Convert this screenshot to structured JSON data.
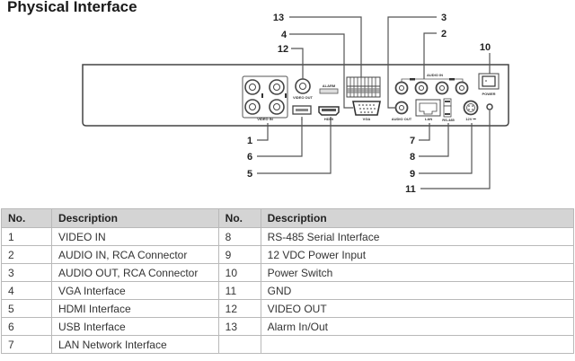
{
  "title": "Physical Interface",
  "panel_labels": {
    "video_in": "VIDEO IN",
    "video_out": "VIDEO OUT",
    "alarm": "ALARM",
    "hdmi": "HDMI",
    "vga": "VGA",
    "audio_in": "AUDIO IN",
    "audio_out": "AUDIO OUT",
    "lan": "LAN",
    "rs485": "RS-485",
    "dc": "12V ⎓",
    "power": "POWER"
  },
  "callouts": [
    "1",
    "2",
    "3",
    "4",
    "5",
    "6",
    "7",
    "8",
    "9",
    "10",
    "11",
    "12",
    "13"
  ],
  "table": {
    "headers": [
      "No.",
      "Description",
      "No.",
      "Description"
    ],
    "rows": [
      [
        "1",
        "VIDEO IN",
        "8",
        "RS-485 Serial Interface"
      ],
      [
        "2",
        "AUDIO IN, RCA Connector",
        "9",
        "12 VDC Power Input"
      ],
      [
        "3",
        "AUDIO OUT, RCA Connector",
        "10",
        "Power Switch"
      ],
      [
        "4",
        "VGA Interface",
        "11",
        "GND"
      ],
      [
        "5",
        "HDMI Interface",
        "12",
        "VIDEO OUT"
      ],
      [
        "6",
        "USB Interface",
        "13",
        "Alarm In/Out"
      ],
      [
        "7",
        "LAN Network Interface",
        "",
        ""
      ]
    ]
  }
}
